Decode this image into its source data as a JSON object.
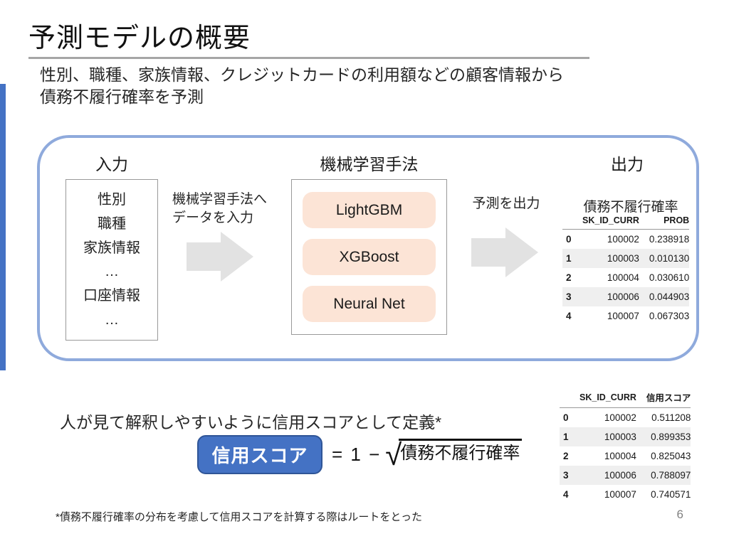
{
  "slide": {
    "title": "予測モデルの概要",
    "subtitle_line1": "性別、職種、家族情報、クレジットカードの利用額などの顧客情報から",
    "subtitle_line2": "債務不履行確率を予測",
    "footnote": "*債務不履行確率の分布を考慮して信用スコアを計算する際はルートをとった",
    "page_number": "6"
  },
  "diagram": {
    "input_heading": "入力",
    "ml_heading": "機械学習手法",
    "output_heading": "出力",
    "input_items": [
      "性別",
      "職種",
      "家族情報",
      "…",
      "口座情報",
      "…"
    ],
    "arrow1_label_line1": "機械学習手法へ",
    "arrow1_label_line2": "データを入力",
    "arrow1_icon": "right-block-arrow",
    "ml_models": [
      "LightGBM",
      "XGBoost",
      "Neural Net"
    ],
    "arrow2_label": "予測を出力",
    "arrow2_icon": "right-block-arrow",
    "output_table_title": "債務不履行確率"
  },
  "prob_table": {
    "headers": [
      "SK_ID_CURR",
      "PROB"
    ],
    "rows": [
      {
        "idx": "0",
        "id": "100002",
        "val": "0.238918"
      },
      {
        "idx": "1",
        "id": "100003",
        "val": "0.010130"
      },
      {
        "idx": "2",
        "id": "100004",
        "val": "0.030610"
      },
      {
        "idx": "3",
        "id": "100006",
        "val": "0.044903"
      },
      {
        "idx": "4",
        "id": "100007",
        "val": "0.067303"
      }
    ]
  },
  "score_section": {
    "definition_text": "人が見て解釈しやすいように信用スコアとして定義*",
    "chip_label": "信用スコア",
    "equation_prefix": "= 1 −",
    "sqrt_symbol": "√",
    "radicand": "債務不履行確率"
  },
  "score_table": {
    "headers": [
      "SK_ID_CURR",
      "信用スコア"
    ],
    "rows": [
      {
        "idx": "0",
        "id": "100002",
        "val": "0.511208"
      },
      {
        "idx": "1",
        "id": "100003",
        "val": "0.899353"
      },
      {
        "idx": "2",
        "id": "100004",
        "val": "0.825043"
      },
      {
        "idx": "3",
        "id": "100006",
        "val": "0.788097"
      },
      {
        "idx": "4",
        "id": "100007",
        "val": "0.740571"
      }
    ]
  },
  "colors": {
    "accent_blue": "#4472c4",
    "chip_border_blue": "#2f5597",
    "container_border": "#8faadc",
    "model_chip_peach": "#fce4d6",
    "arrow_gray": "#e2e2e2",
    "table_stripe": "#efefef",
    "title_rule_gray": "#a6a6a6"
  }
}
